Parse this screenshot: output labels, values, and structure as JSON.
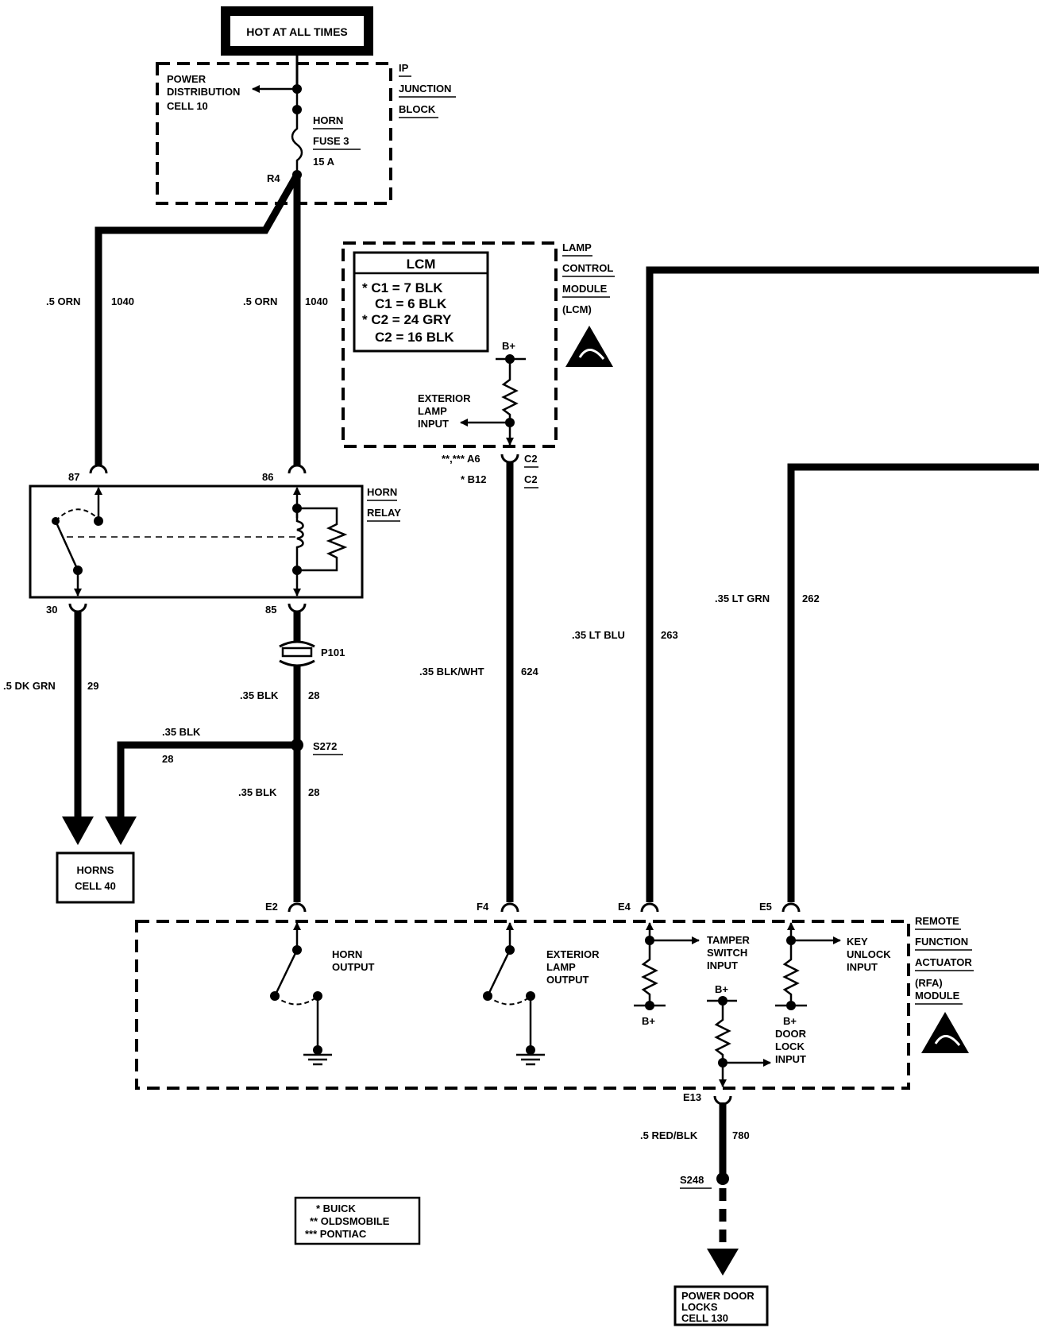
{
  "power_header": "HOT AT ALL TIMES",
  "ip_junction": {
    "label_lines": [
      "IP",
      "JUNCTION",
      "BLOCK"
    ],
    "power_dist_lines": [
      "POWER",
      "DISTRIBUTION",
      "CELL 10"
    ],
    "fuse_lines": [
      "HORN",
      "FUSE 3",
      "15 A"
    ],
    "terminal": "R4"
  },
  "wires": {
    "w1040_left": {
      "gauge": ".5 ORN",
      "circuit": "1040"
    },
    "w1040_right": {
      "gauge": ".5 ORN",
      "circuit": "1040"
    },
    "w29": {
      "gauge": ".5 DK GRN",
      "circuit": "29"
    },
    "w28_upper": {
      "gauge": ".35 BLK",
      "circuit": "28"
    },
    "w28_branch": {
      "gauge": ".35 BLK",
      "circuit": "28"
    },
    "w28_lower": {
      "gauge": ".35 BLK",
      "circuit": "28"
    },
    "w624": {
      "gauge": ".35 BLK/WHT",
      "circuit": "624"
    },
    "w263": {
      "gauge": ".35 LT BLU",
      "circuit": "263"
    },
    "w262": {
      "gauge": ".35 LT GRN",
      "circuit": "262"
    },
    "w780": {
      "gauge": ".5 RED/BLK",
      "circuit": "780"
    }
  },
  "lcm": {
    "table_title": "LCM",
    "table_rows": [
      "* C1 = 7 BLK",
      "C1 = 6 BLK",
      "* C2 = 24 GRY",
      "C2 = 16 BLK"
    ],
    "label_lines": [
      "LAMP",
      "CONTROL",
      "MODULE",
      "(LCM)"
    ],
    "bplus": "B+",
    "input_lines": [
      "EXTERIOR",
      "LAMP",
      "INPUT"
    ],
    "pin_a6": "**,*** A6",
    "pin_b12": "* B12",
    "conn_c2_a": "C2",
    "conn_c2_b": "C2"
  },
  "horn_relay": {
    "label_lines": [
      "HORN",
      "RELAY"
    ],
    "pins": {
      "p87": "87",
      "p86": "86",
      "p30": "30",
      "p85": "85"
    }
  },
  "p101": "P101",
  "s272": "S272",
  "horns_box": [
    "HORNS",
    "CELL 40"
  ],
  "rfa": {
    "label_lines": [
      "REMOTE",
      "FUNCTION",
      "ACTUATOR",
      "(RFA)",
      "MODULE"
    ],
    "pins": {
      "e2": "E2",
      "f4": "F4",
      "e4": "E4",
      "e5": "E5",
      "e13": "E13"
    },
    "horn_output": [
      "HORN",
      "OUTPUT"
    ],
    "exterior_output": [
      "EXTERIOR",
      "LAMP",
      "OUTPUT"
    ],
    "tamper_input": [
      "TAMPER",
      "SWITCH",
      "INPUT"
    ],
    "key_unlock_input": [
      "KEY",
      "UNLOCK",
      "INPUT"
    ],
    "door_lock_input": [
      "DOOR",
      "LOCK",
      "INPUT"
    ],
    "bplus": "B+"
  },
  "s248": "S248",
  "power_door_box": [
    "POWER DOOR",
    "LOCKS",
    "CELL 130"
  ],
  "legend": [
    "* BUICK",
    "** OLDSMOBILE",
    "*** PONTIAC"
  ]
}
